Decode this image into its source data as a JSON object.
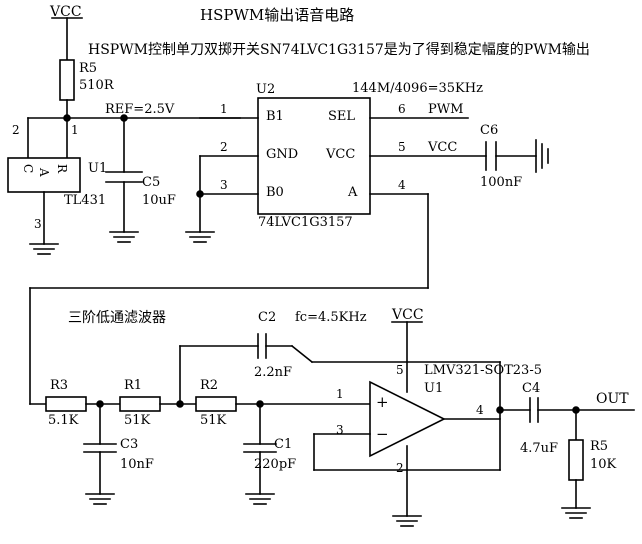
{
  "title": "HSPWM输出语音电路",
  "description": "HSPWM控制单刀双掷开关SN74LVC1G3157是为了得到稳定幅度的PWM输出",
  "freq_note": "144M/4096=35KHz",
  "filter_title": "三阶低通滤波器",
  "fc_note": "fc=4.5KHz",
  "top_section": {
    "vcc_label": "VCC",
    "r5": {
      "ref": "R5",
      "value": "510R"
    },
    "ref_net": "REF=2.5V",
    "u1": {
      "ref": "U1",
      "part": "TL431",
      "pin_c": "C",
      "pin_a": "A",
      "pin_r": "R",
      "pin2": "2",
      "pin1": "1",
      "pin3": "3"
    },
    "c5": {
      "ref": "C5",
      "value": "10uF"
    },
    "u2": {
      "ref": "U2",
      "part": "74LVC1G3157",
      "b1": "B1",
      "gnd": "GND",
      "b0": "B0",
      "sel": "SEL",
      "vcc": "VCC",
      "a": "A",
      "p1": "1",
      "p2": "2",
      "p3": "3",
      "p4": "4",
      "p5": "5",
      "p6": "6"
    },
    "pwm_net": "PWM",
    "vcc_net": "VCC",
    "c6": {
      "ref": "C6",
      "value": "100nF"
    }
  },
  "bottom_section": {
    "r3": {
      "ref": "R3",
      "value": "5.1K"
    },
    "r1": {
      "ref": "R1",
      "value": "51K"
    },
    "r2": {
      "ref": "R2",
      "value": "51K"
    },
    "c3": {
      "ref": "C3",
      "value": "10nF"
    },
    "c1": {
      "ref": "C1",
      "value": "220pF"
    },
    "c2": {
      "ref": "C2",
      "value": "2.2nF"
    },
    "vcc_label": "VCC",
    "opamp": {
      "ref": "U1",
      "part": "LMV321-SOT23-5",
      "p1": "1",
      "p2": "2",
      "p3": "3",
      "p4": "4",
      "p5": "5",
      "plus": "+",
      "minus": "−"
    },
    "c4": {
      "ref": "C4",
      "value": "4.7uF"
    },
    "r5": {
      "ref": "R5",
      "value": "10K"
    },
    "out_net": "OUT"
  }
}
